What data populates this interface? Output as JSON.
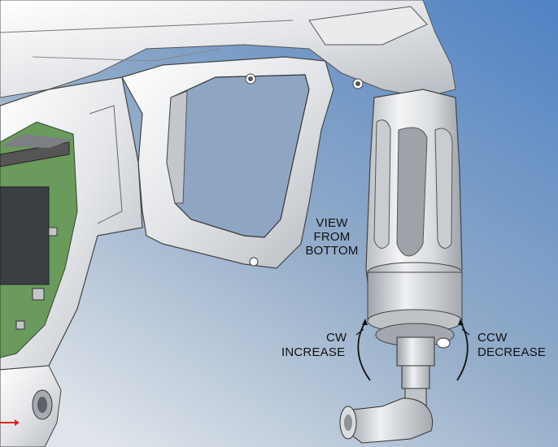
{
  "labels": {
    "view_line1": "VIEW",
    "view_line2": "FROM",
    "view_line3": "BOTTOM",
    "cw": "CW",
    "increase": "INCREASE",
    "ccw": "CCW",
    "decrease": "DECREASE"
  },
  "colors": {
    "sky_top": "#4f82c4",
    "sky_bottom": "#d6dde6",
    "body_light": "#f2f2f2",
    "body_mid": "#c9ccd0",
    "body_shadow": "#8f9399",
    "pcb_green": "#6a9a5c",
    "arrow": "#111111"
  },
  "icons": {
    "rotation_arrows": "curved-arrow-icon",
    "fitting": "elbow-fitting-icon"
  }
}
